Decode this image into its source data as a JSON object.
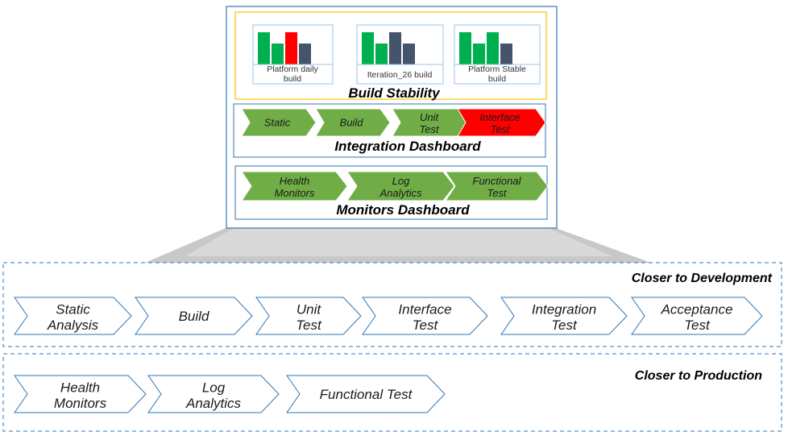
{
  "build_stability": {
    "title": "Build Stability",
    "cards": [
      {
        "label_line1": "Platform daily",
        "label_line2": "build",
        "bars": [
          {
            "value": 0.85,
            "color": "#00b050"
          },
          {
            "value": 0.55,
            "color": "#00b050"
          },
          {
            "value": 0.85,
            "color": "#ff0000"
          },
          {
            "value": 0.55,
            "color": "#44546a"
          }
        ]
      },
      {
        "label_line1": "Iteration_26 build",
        "label_line2": "",
        "bars": [
          {
            "value": 0.85,
            "color": "#00b050"
          },
          {
            "value": 0.55,
            "color": "#00b050"
          },
          {
            "value": 0.85,
            "color": "#44546a"
          },
          {
            "value": 0.55,
            "color": "#44546a"
          }
        ]
      },
      {
        "label_line1": "Platform Stable",
        "label_line2": "build",
        "bars": [
          {
            "value": 0.85,
            "color": "#00b050"
          },
          {
            "value": 0.55,
            "color": "#00b050"
          },
          {
            "value": 0.85,
            "color": "#00b050"
          },
          {
            "value": 0.55,
            "color": "#44546a"
          }
        ]
      }
    ]
  },
  "integration_dashboard": {
    "title": "Integration Dashboard",
    "steps": [
      {
        "line1": "Static",
        "line2": "",
        "color": "#70ad47"
      },
      {
        "line1": "Build",
        "line2": "",
        "color": "#70ad47"
      },
      {
        "line1": "Unit",
        "line2": "Test",
        "color": "#70ad47"
      },
      {
        "line1": "Interface",
        "line2": "Test",
        "color": "#ff0000"
      }
    ]
  },
  "monitors_dashboard": {
    "title": "Monitors Dashboard",
    "steps": [
      {
        "line1": "Health",
        "line2": "Monitors",
        "color": "#70ad47"
      },
      {
        "line1": "Log",
        "line2": "Analytics",
        "color": "#70ad47"
      },
      {
        "line1": "Functional",
        "line2": "Test",
        "color": "#70ad47"
      }
    ]
  },
  "development": {
    "title": "Closer to Development",
    "steps": [
      {
        "line1": "Static",
        "line2": "Analysis"
      },
      {
        "line1": "Build",
        "line2": ""
      },
      {
        "line1": "Unit",
        "line2": "Test"
      },
      {
        "line1": "Interface",
        "line2": "Test"
      },
      {
        "line1": "Integration",
        "line2": "Test"
      },
      {
        "line1": "Acceptance",
        "line2": "Test"
      }
    ]
  },
  "production": {
    "title": "Closer to Production",
    "steps": [
      {
        "line1": "Health",
        "line2": "Monitors"
      },
      {
        "line1": "Log",
        "line2": "Analytics"
      },
      {
        "line1": "Functional Test",
        "line2": ""
      }
    ]
  },
  "colors": {
    "frame_border": "#2e75b6",
    "gold_border": "#ffc000",
    "arrow_outline": "#2e75b6",
    "funnel": "#bfbfbf"
  }
}
